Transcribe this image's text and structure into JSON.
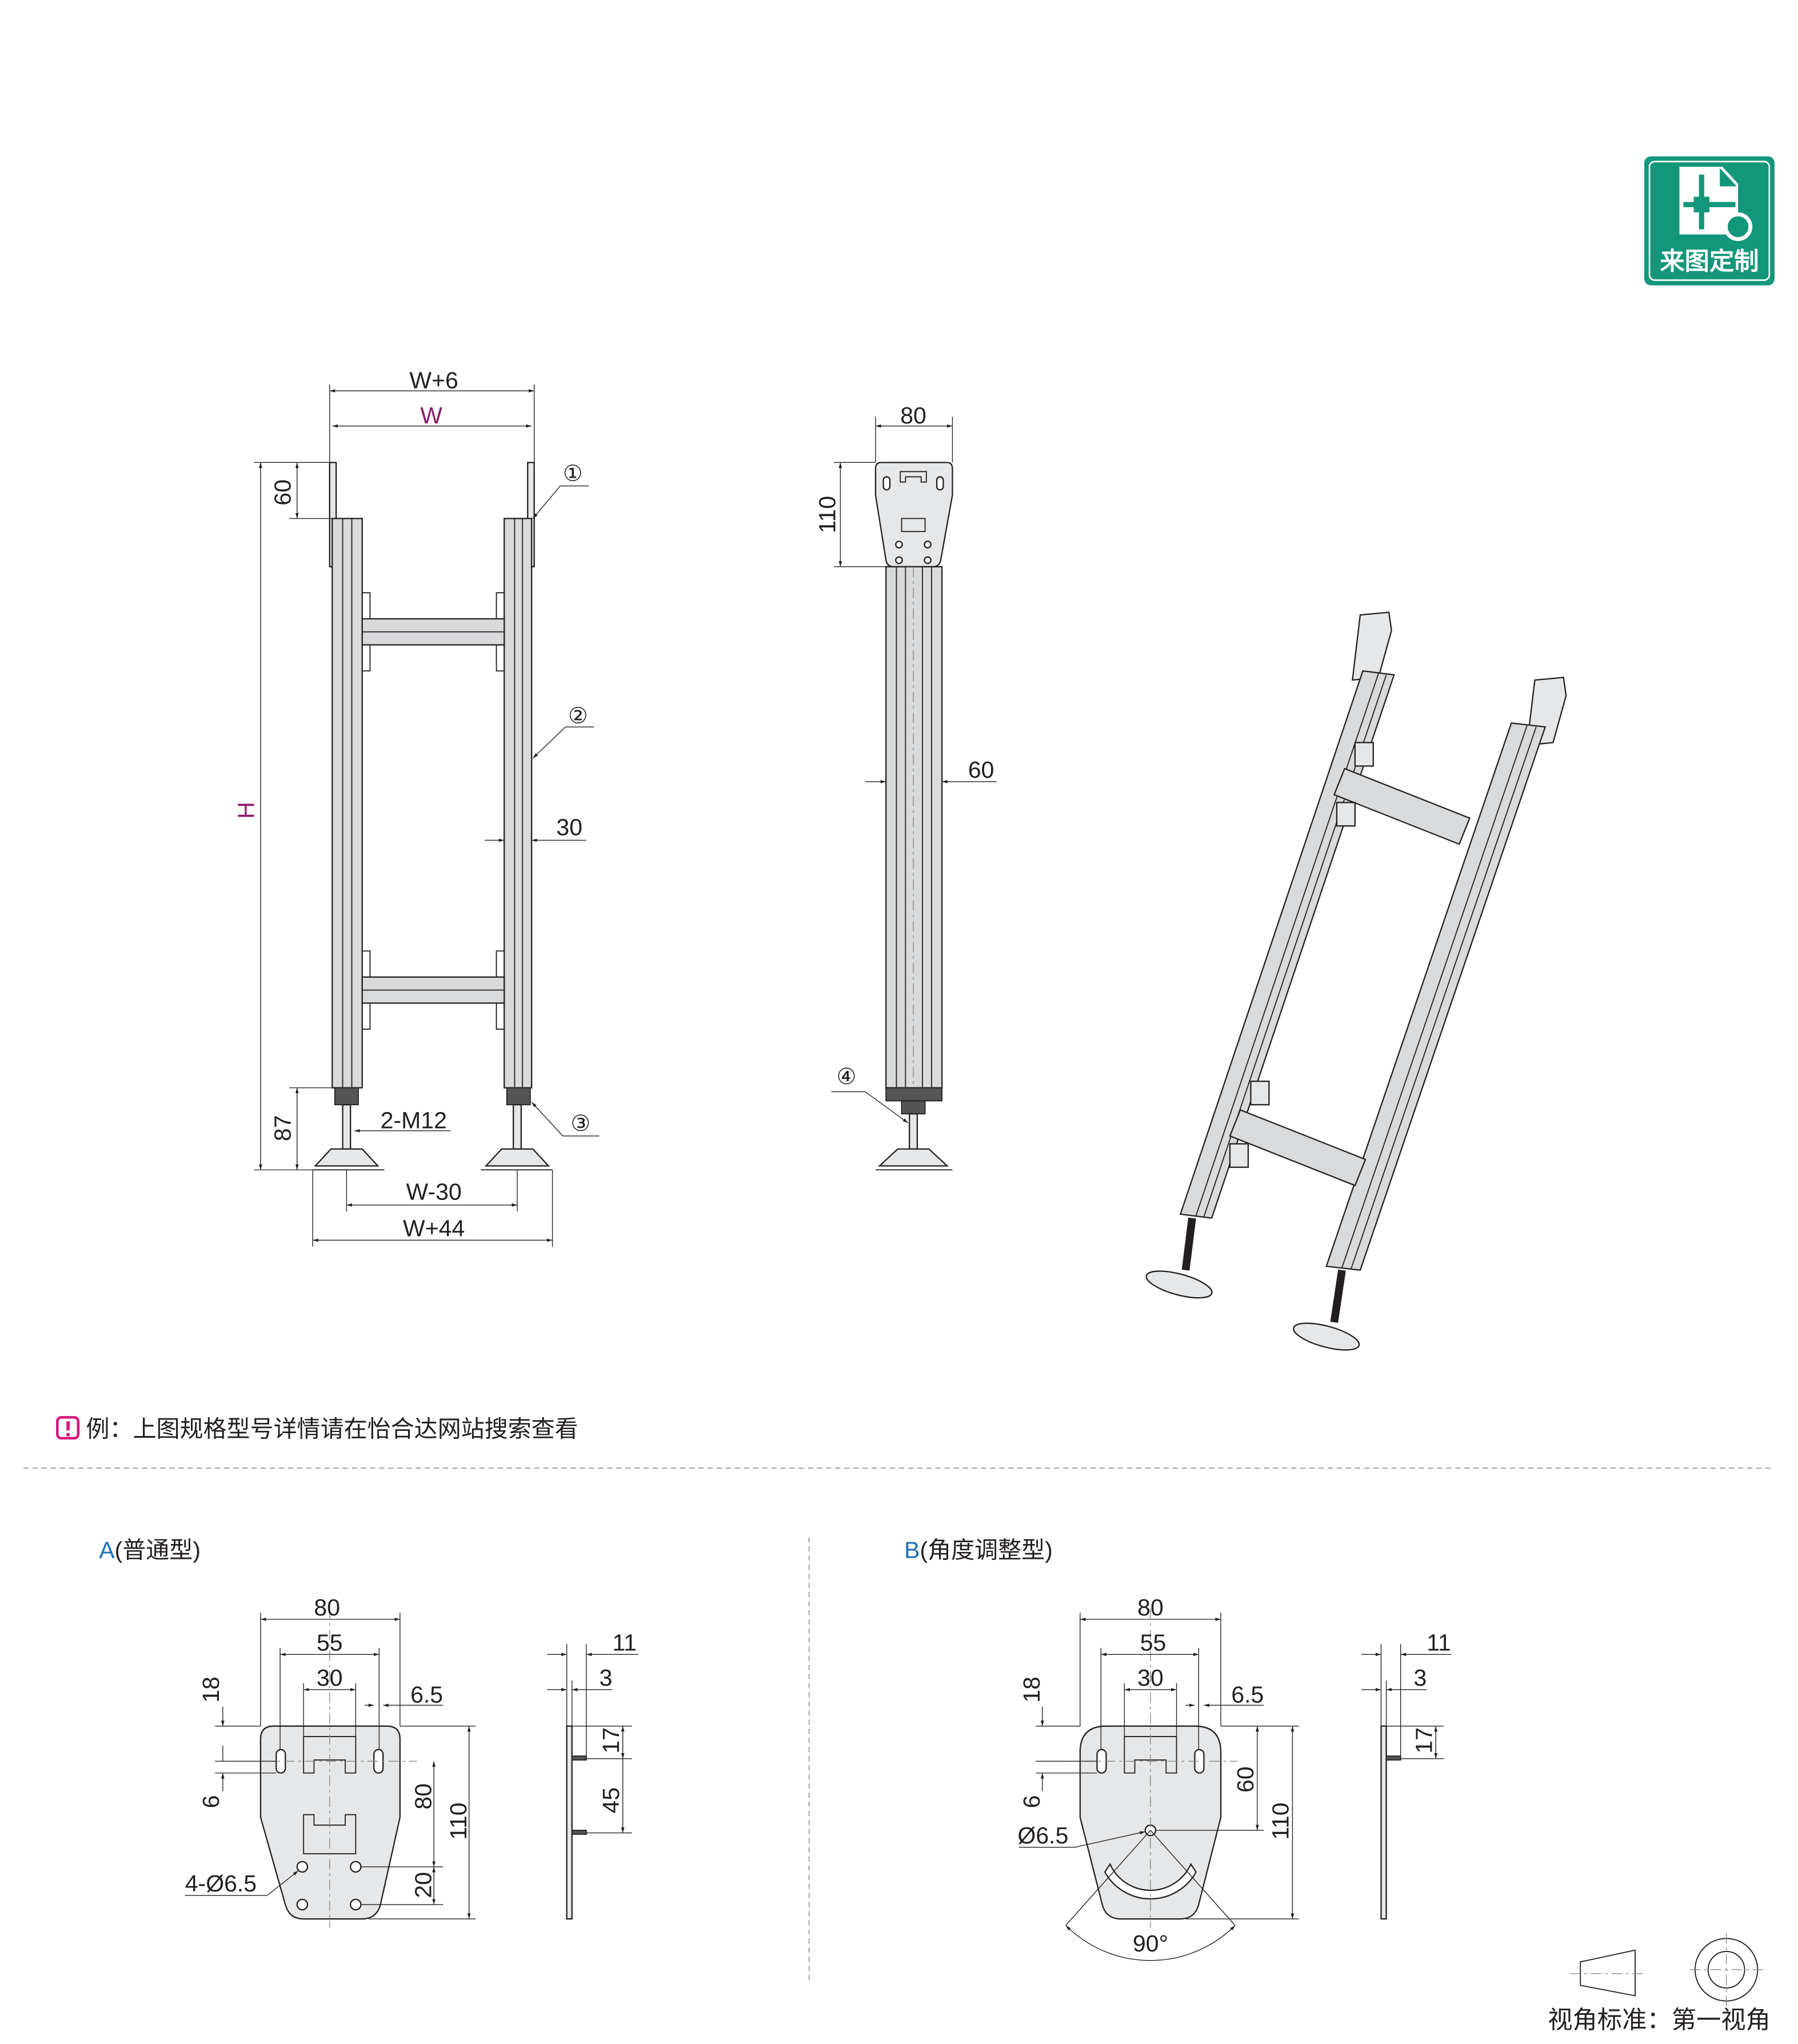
{
  "badge": {
    "label": "来图定制",
    "color": "#13977a",
    "icon": "custom-drawing-icon"
  },
  "front_view": {
    "dims": {
      "w6": "W+6",
      "w": "W",
      "h": "H",
      "top": "60",
      "bottom": "87",
      "thread": "2-M12",
      "w30": "W-30",
      "w44": "W+44",
      "profile": "30"
    },
    "callouts": [
      "①",
      "②",
      "③"
    ]
  },
  "side_view": {
    "dims": {
      "width": "80",
      "plate_height": "110",
      "profile": "60"
    },
    "callouts": [
      "④"
    ]
  },
  "note": {
    "icon": "exclamation-icon",
    "text": "例：上图规格型号详情请在怡合达网站搜索查看",
    "icon_color": "#d6177d"
  },
  "type_a": {
    "prefix": "A",
    "title": "(普通型)",
    "dims": {
      "d80": "80",
      "d55": "55",
      "d30": "30",
      "d65": "6.5",
      "d18": "18",
      "d6": "6",
      "v80": "80",
      "v110": "110",
      "v20": "20",
      "holes": "4-Ø6.5"
    },
    "side_dims": {
      "d11": "11",
      "d3": "3",
      "d17": "17",
      "d45": "45"
    }
  },
  "type_b": {
    "prefix": "B",
    "title": "(角度调整型)",
    "dims": {
      "d80": "80",
      "d55": "55",
      "d30": "30",
      "d65": "6.5",
      "d18": "18",
      "d6": "6",
      "v60": "60",
      "v110": "110",
      "hole": "Ø6.5",
      "angle": "90°"
    },
    "side_dims": {
      "d11": "11",
      "d3": "3",
      "d17": "17"
    }
  },
  "projection": {
    "label": "视角标准：第一视角"
  }
}
